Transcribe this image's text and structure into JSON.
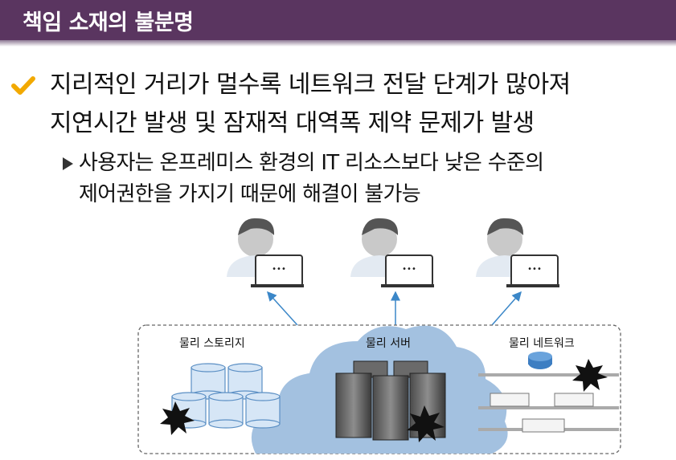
{
  "header": {
    "title": "책임 소재의 불분명"
  },
  "bullet": {
    "line1": "지리적인 거리가 멀수록 네트워크 전달 단계가 많아져",
    "line2": "지연시간 발생 및 잠재적 대역폭 제약 문제가 발생"
  },
  "sub_bullet": {
    "line1": "사용자는 온프레미스 환경의 IT 리소스보다 낮은 수준의",
    "line2": "제어권한을 가지기 때문에 해결이 불가능"
  },
  "diagram": {
    "labels": {
      "storage": "물리 스토리지",
      "server": "물리 서버",
      "network": "물리 네트워크"
    },
    "laptop_screen_text": "•••"
  },
  "colors": {
    "header": "#5a3560",
    "check": "#f2a900",
    "cloud": "#a3c1e0"
  }
}
